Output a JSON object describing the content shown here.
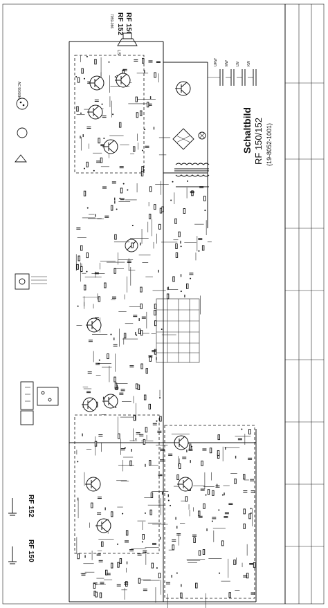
{
  "title": {
    "heading": "Schaltbild",
    "model_line": "RF 150/152",
    "part_number": "(19-8052-1001)"
  },
  "top_model_labels": [
    "RF 150",
    "RF 152"
  ],
  "bottom_model_labels": [
    "RF 150",
    "RF 152"
  ],
  "parts_code": "7059-086",
  "legend_items": [
    "UKW",
    "MW",
    "LW",
    "KW"
  ],
  "ac_label": "AC 50/60Hz",
  "speaker_label": "LS"
}
